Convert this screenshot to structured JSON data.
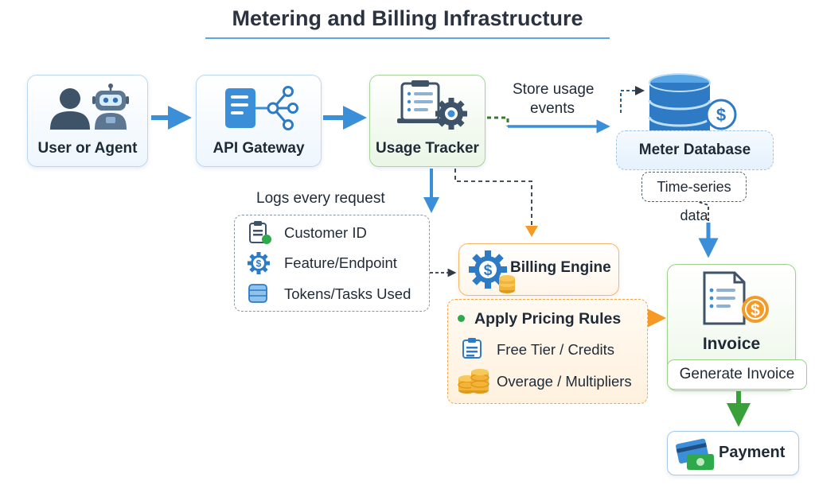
{
  "title": "Metering and Billing Infrastructure",
  "nodes": {
    "user": {
      "label": "User or Agent",
      "icons": [
        "person-icon",
        "robot-icon"
      ]
    },
    "gateway": {
      "label": "API Gateway",
      "icons": [
        "api-network-icon"
      ]
    },
    "tracker": {
      "label": "Usage Tracker",
      "icons": [
        "clipboard-gear-icon"
      ]
    },
    "database": {
      "label": "Meter Database",
      "tag": "Time-series data",
      "icons": [
        "database-dollar-icon"
      ]
    },
    "billing": {
      "label": "Billing Engine",
      "icons": [
        "dollar-gear-icon",
        "coins-icon"
      ]
    },
    "invoice": {
      "label": "Invoice",
      "action": "Generate Invoice",
      "icons": [
        "invoice-dollar-icon"
      ]
    },
    "payment": {
      "label": "Payment",
      "icons": [
        "credit-card-icon",
        "cash-icon"
      ]
    }
  },
  "annotations": {
    "store_line1": "Store usage",
    "store_line2": "events",
    "logs": "Logs every request"
  },
  "log_fields": [
    {
      "label": "Customer ID",
      "icon": "clipboard-check-icon"
    },
    {
      "label": "Feature/Endpoint",
      "icon": "dollar-gear-icon"
    },
    {
      "label": "Tokens/Tasks Used",
      "icon": "stack-icon"
    }
  ],
  "pricing": {
    "header": "Apply Pricing Rules",
    "rules": [
      {
        "label": "Free Tier / Credits",
        "icon": "list-icon"
      },
      {
        "label": "Overage / Multipliers",
        "icon": "coins-icon"
      }
    ]
  },
  "colors": {
    "flow_blue": "#3b8fd9",
    "flow_orange": "#f59a23",
    "flow_green": "#3aa13a",
    "accent_green": "#2eaa4a"
  }
}
